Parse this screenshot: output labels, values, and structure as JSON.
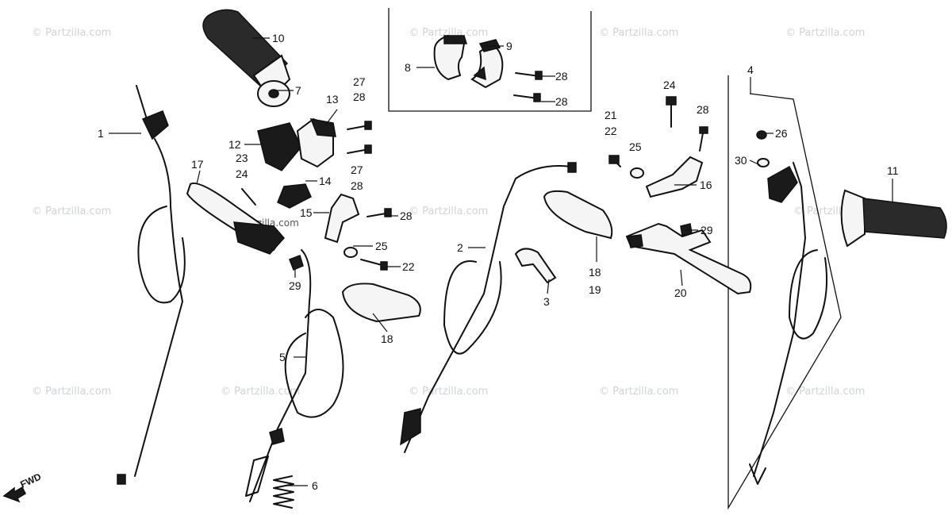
{
  "labels": [
    {
      "id": "1",
      "text": "1"
    },
    {
      "id": "2",
      "text": "2"
    },
    {
      "id": "3",
      "text": "3"
    },
    {
      "id": "4",
      "text": "4"
    },
    {
      "id": "5",
      "text": "5"
    },
    {
      "id": "6",
      "text": "6"
    },
    {
      "id": "7",
      "text": "7"
    },
    {
      "id": "8",
      "text": "8"
    },
    {
      "id": "9",
      "text": "9"
    },
    {
      "id": "10",
      "text": "10"
    },
    {
      "id": "11",
      "text": "11"
    },
    {
      "id": "12",
      "text": "12"
    },
    {
      "id": "13",
      "text": "13"
    },
    {
      "id": "14",
      "text": "14"
    },
    {
      "id": "15",
      "text": "15"
    },
    {
      "id": "16",
      "text": "16"
    },
    {
      "id": "17",
      "text": "17"
    },
    {
      "id": "18a",
      "text": "18"
    },
    {
      "id": "19",
      "text": "19"
    },
    {
      "id": "18b",
      "text": "18"
    },
    {
      "id": "20",
      "text": "20"
    },
    {
      "id": "21",
      "text": "21"
    },
    {
      "id": "22a",
      "text": "22"
    },
    {
      "id": "22b",
      "text": "22"
    },
    {
      "id": "23",
      "text": "23"
    },
    {
      "id": "24a",
      "text": "24"
    },
    {
      "id": "24b",
      "text": "24"
    },
    {
      "id": "25a",
      "text": "25"
    },
    {
      "id": "25b",
      "text": "25"
    },
    {
      "id": "26",
      "text": "26"
    },
    {
      "id": "27a",
      "text": "27"
    },
    {
      "id": "27b",
      "text": "27"
    },
    {
      "id": "28a",
      "text": "28"
    },
    {
      "id": "28b",
      "text": "28"
    },
    {
      "id": "28c",
      "text": "28"
    },
    {
      "id": "28d",
      "text": "28"
    },
    {
      "id": "28e",
      "text": "28"
    },
    {
      "id": "28f",
      "text": "28"
    },
    {
      "id": "29a",
      "text": "29"
    },
    {
      "id": "29b",
      "text": "29"
    },
    {
      "id": "30",
      "text": "30"
    }
  ],
  "fwd_label": "FWD",
  "watermark": "© Partzilla.com",
  "watermark_inline": "Partzilla.com"
}
